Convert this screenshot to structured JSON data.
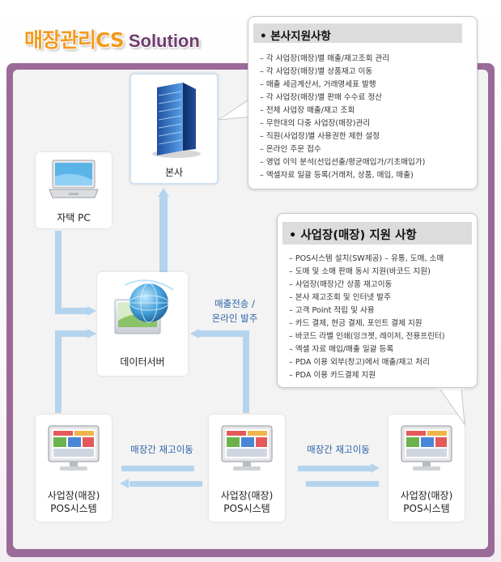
{
  "title": {
    "main": "매장관리CS",
    "sub": "Solution"
  },
  "nodes": {
    "hq": "본사",
    "home_pc": "자택 PC",
    "data_server": "데이터서버",
    "pos": [
      "사업장(매장)",
      "POS시스템"
    ]
  },
  "flows": {
    "sales_transfer": [
      "매출전송 /",
      "온라인 발주"
    ],
    "stock_move": "매장간 재고이동"
  },
  "hq_support": {
    "title": "• 본사지원사항",
    "items": [
      "– 각 사업장(매장)별 매출/재고조회 관리",
      "– 각 사업장(매장)별 상품재고 이동",
      "– 매출 세금계산서, 거래명세표 발행",
      "– 각 사업장(매장)별 판매 수수료 정산",
      "– 전체 사업장 매출/재고 조회",
      "– 무한대의 다중 사업장(매장)관리",
      "– 직원(사업장)별 사용권한 제한 설정",
      "– 온라인 주문 접수",
      "– 영업 이익 분석(선입선출/평균매입가/기초매입가)",
      "– 엑셀자료 일괄 등록(거래처, 상품, 매입, 매출)"
    ]
  },
  "store_support": {
    "title": "• 사업장(매장) 지원 사항",
    "items": [
      "– POS시스템 설치(SW제공) – 유통, 도매, 소매",
      "– 도매 및 소매 판매 동시 지원(바코드 지원)",
      "– 사업장(매장)간 상품 재고이동",
      "– 본사 재고조회 및 인터넷 발주",
      "– 고객 Point 적립 및 사용",
      "– 카드 결제, 현금 결제, 포인트 결제 지원",
      "– 바코드 라벨 인쇄(잉크젯, 레이저, 전용프린터)",
      "– 엑셀 자료 매입/매출 일괄 등록",
      "– PDA 이용 외부(창고)에서 매출/재고 처리",
      "– PDA 이용 카드결제 지원"
    ]
  },
  "colors": {
    "title": "#f39a1e",
    "subtitle": "#6e3c6c",
    "frame": "#9a6a98",
    "flow": "#b4d4ee",
    "flow_text": "#2a63a8"
  }
}
